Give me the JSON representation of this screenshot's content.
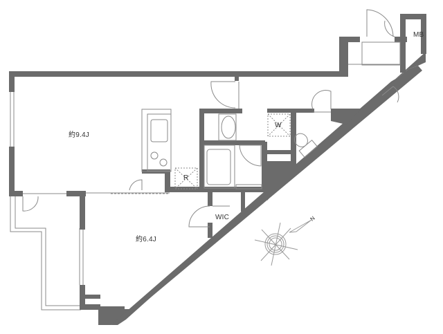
{
  "floorplan": {
    "colors": {
      "wall": "#6b6b6b",
      "line": "#8a8a8a",
      "background": "#ffffff",
      "text": "#333333"
    },
    "rooms": [
      {
        "id": "living",
        "label": "約9.4J"
      },
      {
        "id": "bedroom",
        "label": "約6.4J"
      },
      {
        "id": "walk-in-closet",
        "label": "WIC"
      },
      {
        "id": "meter-box",
        "label": "MB"
      },
      {
        "id": "washer-space",
        "label": "W"
      },
      {
        "id": "refrigerator-space",
        "label": "R"
      }
    ],
    "compass": {
      "north_label": "N"
    }
  }
}
